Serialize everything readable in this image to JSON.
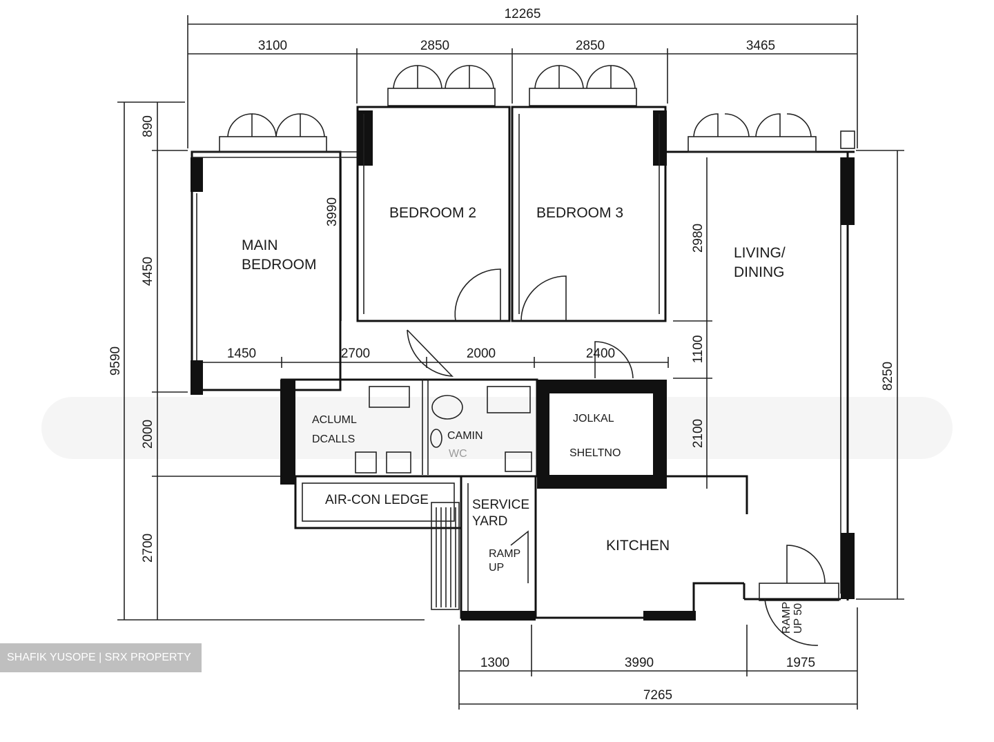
{
  "rooms": {
    "main_bedroom": [
      "MAIN",
      "BEDROOM"
    ],
    "bedroom_2": "BEDROOM 2",
    "bedroom_3": "BEDROOM 3",
    "living_dining": [
      "LIVING/",
      "DINING"
    ],
    "bath_1": [
      "ACLUML",
      "DCALLS"
    ],
    "bath_2": [
      "CAMIN",
      "WC"
    ],
    "household_shelter": [
      "JOLKAL",
      "SHELTNO"
    ],
    "air_con_ledge": "AIR-CON LEDGE",
    "service_yard": [
      "SERVICE",
      "YARD"
    ],
    "ramp_up": [
      "RAMP",
      "UP"
    ],
    "kitchen": "KITCHEN",
    "ramp_up_50": [
      "RAMP",
      "UP 50"
    ]
  },
  "dimensions": {
    "top_total": "12265",
    "top_segments": [
      "3100",
      "2850",
      "2850",
      "3465"
    ],
    "inner_row": [
      "1450",
      "2700",
      "2000",
      "2400"
    ],
    "left_total": "9590",
    "left_segments": [
      "890",
      "4450",
      "2000",
      "2700"
    ],
    "bedroom_depth": "3990",
    "living_depth": "2980",
    "living_gap": "1100",
    "shelter_depth": "2100",
    "right_total": "8250",
    "bottom_segments": [
      "1300",
      "3990",
      "1975"
    ],
    "bottom_total": "7265"
  },
  "watermark": "SHAFIK YUSOPE | SRX PROPERTY"
}
